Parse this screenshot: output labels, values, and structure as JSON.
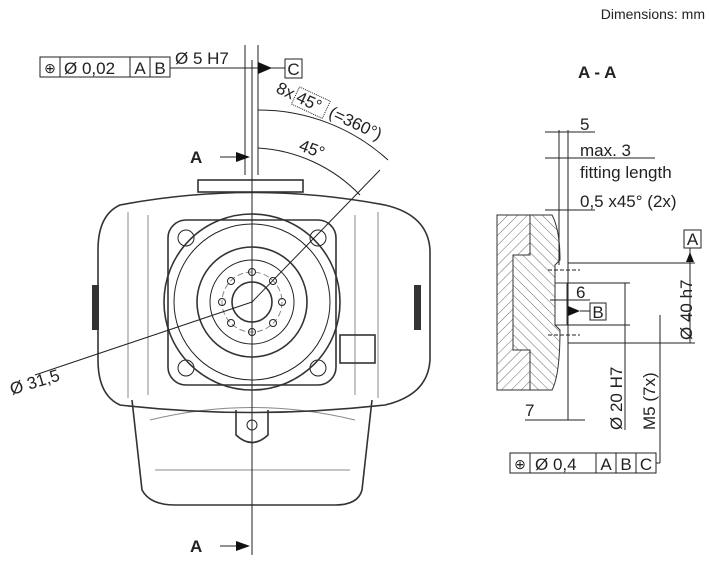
{
  "units_note": "Dimensions: mm",
  "front_view": {
    "position_tolerance": {
      "symbol": "⊕",
      "value": "Ø 0,02",
      "datums": [
        "A",
        "B"
      ]
    },
    "hole_label": "Ø 5 H7",
    "datum_c": "C",
    "angle_pattern": {
      "count": "8x",
      "angle": "45°",
      "total": "(=360°)"
    },
    "angle_single": "45°",
    "bolt_circle": "Ø 31,5",
    "section_marker_top": "A",
    "section_marker_bottom": "A"
  },
  "section_view": {
    "title": "A - A",
    "dim_5": "5",
    "max_fitting": "max. 3",
    "fitting_length": "fitting length",
    "chamfer": "0,5 x45° (2x)",
    "datum_a": "A",
    "dia_40": "Ø 40 h7",
    "dim_6": "6",
    "datum_b": "B",
    "dia_20": "Ø 20 H7",
    "thread": "M5 (7x)",
    "dim_7": "7",
    "position_tolerance": {
      "symbol": "⊕",
      "value": "Ø 0,4",
      "datums": [
        "A",
        "B",
        "C"
      ]
    }
  }
}
